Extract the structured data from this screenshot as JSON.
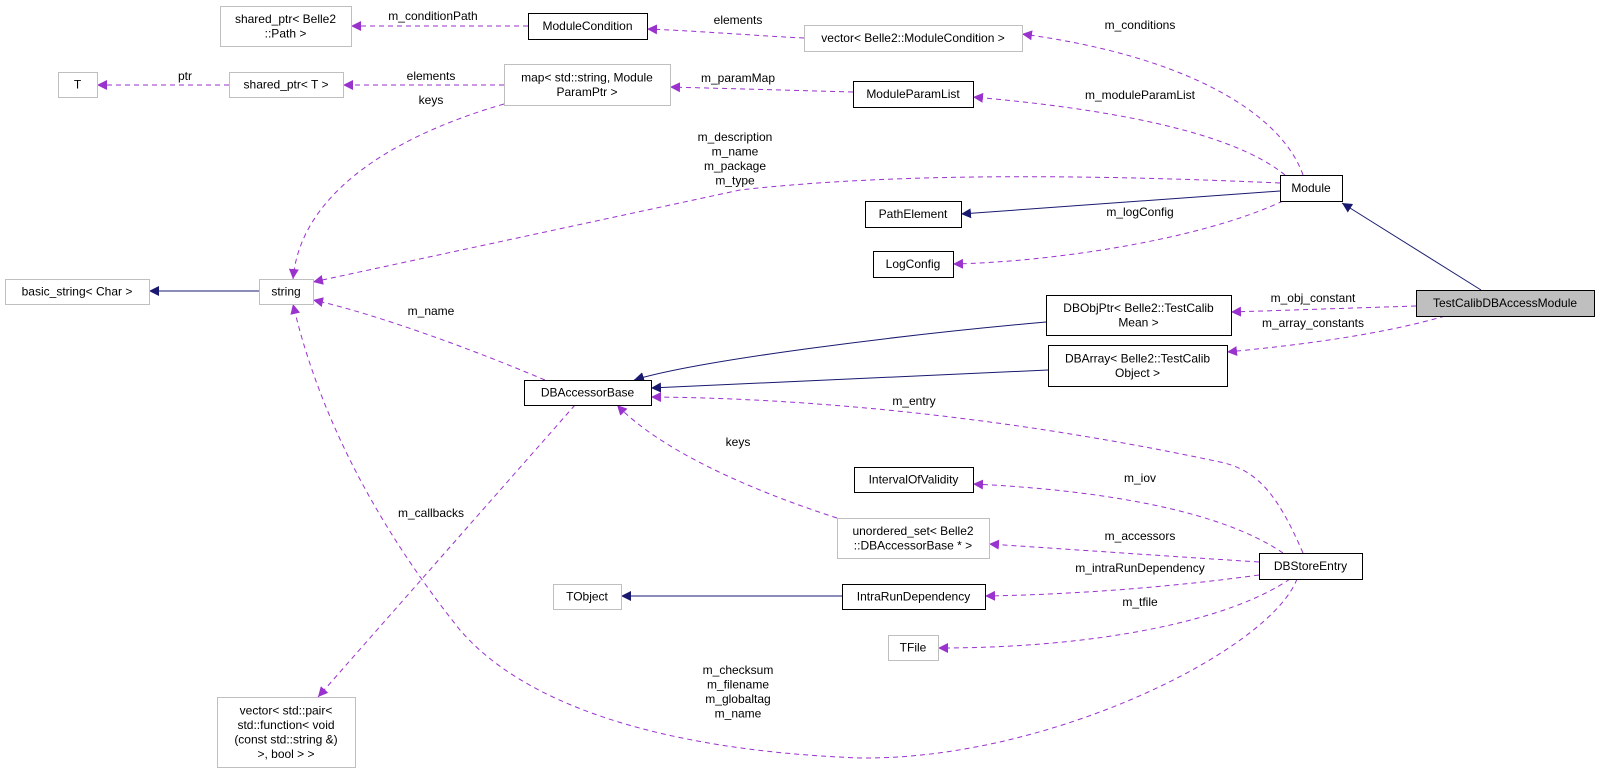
{
  "colors": {
    "usage_edge": "#9a32cd",
    "inheritance_edge": "#191970",
    "focus_fill": "#bfbfbf",
    "undocumented_border": "#bfbfbf"
  },
  "nodes": {
    "shared_ptr_path": {
      "lines": [
        "shared_ptr< Belle2",
        "::Path >"
      ],
      "kind": "undoc"
    },
    "module_condition": {
      "lines": [
        "ModuleCondition"
      ],
      "kind": "doc"
    },
    "vector_module_condition": {
      "lines": [
        "vector< Belle2::ModuleCondition >"
      ],
      "kind": "undoc"
    },
    "t": {
      "lines": [
        "T"
      ],
      "kind": "undoc"
    },
    "shared_ptr_t": {
      "lines": [
        "shared_ptr< T >"
      ],
      "kind": "undoc"
    },
    "map_param": {
      "lines": [
        "map< std::string, Module",
        "ParamPtr >"
      ],
      "kind": "undoc"
    },
    "module_param_list": {
      "lines": [
        "ModuleParamList"
      ],
      "kind": "doc"
    },
    "module": {
      "lines": [
        "Module"
      ],
      "kind": "doc"
    },
    "path_element": {
      "lines": [
        "PathElement"
      ],
      "kind": "doc"
    },
    "log_config": {
      "lines": [
        "LogConfig"
      ],
      "kind": "doc"
    },
    "basic_string": {
      "lines": [
        "basic_string< Char >"
      ],
      "kind": "undoc"
    },
    "string": {
      "lines": [
        "string"
      ],
      "kind": "undoc"
    },
    "test_calib": {
      "lines": [
        "TestCalibDBAccessModule"
      ],
      "kind": "focus"
    },
    "dbobjptr": {
      "lines": [
        "DBObjPtr< Belle2::TestCalib",
        "Mean >"
      ],
      "kind": "doc"
    },
    "dbarray": {
      "lines": [
        "DBArray< Belle2::TestCalib",
        "Object >"
      ],
      "kind": "doc"
    },
    "dbaccessorbase": {
      "lines": [
        "DBAccessorBase"
      ],
      "kind": "doc"
    },
    "vector_pair": {
      "lines": [
        "vector< std::pair<",
        "std::function< void",
        "(const std::string &)",
        ">, bool > >"
      ],
      "kind": "undoc"
    },
    "tobject": {
      "lines": [
        "TObject"
      ],
      "kind": "undoc"
    },
    "interval_of_validity": {
      "lines": [
        "IntervalOfValidity"
      ],
      "kind": "doc"
    },
    "unordered_set": {
      "lines": [
        "unordered_set< Belle2",
        "::DBAccessorBase * >"
      ],
      "kind": "undoc"
    },
    "intra_run_dependency": {
      "lines": [
        "IntraRunDependency"
      ],
      "kind": "doc"
    },
    "tfile": {
      "lines": [
        "TFile"
      ],
      "kind": "undoc"
    },
    "dbstoreentry": {
      "lines": [
        "DBStoreEntry"
      ],
      "kind": "doc"
    }
  },
  "edges": [
    {
      "id": "e1",
      "from": "module_condition",
      "to": "shared_ptr_path",
      "type": "use",
      "label": [
        "m_conditionPath"
      ]
    },
    {
      "id": "e2",
      "from": "vector_module_condition",
      "to": "module_condition",
      "type": "use",
      "label": [
        "elements"
      ]
    },
    {
      "id": "e3",
      "from": "module",
      "to": "vector_module_condition",
      "type": "use",
      "label": [
        "m_conditions"
      ]
    },
    {
      "id": "e4",
      "from": "shared_ptr_t",
      "to": "t",
      "type": "use",
      "label": [
        "ptr"
      ]
    },
    {
      "id": "e5",
      "from": "map_param",
      "to": "shared_ptr_t",
      "type": "use",
      "label": [
        "elements"
      ]
    },
    {
      "id": "e6",
      "from": "module_param_list",
      "to": "map_param",
      "type": "use",
      "label": [
        "m_paramMap"
      ]
    },
    {
      "id": "e7",
      "from": "module",
      "to": "module_param_list",
      "type": "use",
      "label": [
        "m_moduleParamList"
      ]
    },
    {
      "id": "e8",
      "from": "map_param",
      "to": "string",
      "type": "use",
      "label": [
        "keys"
      ]
    },
    {
      "id": "e9",
      "from": "module",
      "to": "string",
      "type": "use",
      "label": [
        "m_description",
        "m_name",
        "m_package",
        "m_type"
      ]
    },
    {
      "id": "e10",
      "from": "string",
      "to": "basic_string",
      "type": "inh",
      "label": []
    },
    {
      "id": "e11",
      "from": "module",
      "to": "path_element",
      "type": "inh",
      "label": []
    },
    {
      "id": "e12",
      "from": "module",
      "to": "log_config",
      "type": "use",
      "label": [
        "m_logConfig"
      ]
    },
    {
      "id": "e13",
      "from": "test_calib",
      "to": "module",
      "type": "inh",
      "label": []
    },
    {
      "id": "e14",
      "from": "test_calib",
      "to": "dbobjptr",
      "type": "use",
      "label": [
        "m_obj_constant"
      ]
    },
    {
      "id": "e15",
      "from": "test_calib",
      "to": "dbarray",
      "type": "use",
      "label": [
        "m_array_constants"
      ]
    },
    {
      "id": "e16",
      "from": "dbobjptr",
      "to": "dbaccessorbase",
      "type": "inh",
      "label": []
    },
    {
      "id": "e17",
      "from": "dbarray",
      "to": "dbaccessorbase",
      "type": "inh",
      "label": []
    },
    {
      "id": "e18",
      "from": "dbaccessorbase",
      "to": "string",
      "type": "use",
      "label": [
        "m_name"
      ]
    },
    {
      "id": "e19",
      "from": "dbstoreentry",
      "to": "dbaccessorbase",
      "type": "use",
      "label": [
        "m_entry"
      ]
    },
    {
      "id": "e20",
      "from": "unordered_set",
      "to": "dbaccessorbase",
      "type": "use",
      "label": [
        "keys"
      ]
    },
    {
      "id": "e21",
      "from": "dbaccessorbase",
      "to": "vector_pair",
      "type": "use",
      "label": [
        "m_callbacks"
      ]
    },
    {
      "id": "e22",
      "from": "dbstoreentry",
      "to": "interval_of_validity",
      "type": "use",
      "label": [
        "m_iov"
      ]
    },
    {
      "id": "e23",
      "from": "dbstoreentry",
      "to": "unordered_set",
      "type": "use",
      "label": [
        "m_accessors"
      ]
    },
    {
      "id": "e24",
      "from": "dbstoreentry",
      "to": "intra_run_dependency",
      "type": "use",
      "label": [
        "m_intraRunDependency"
      ]
    },
    {
      "id": "e25",
      "from": "intra_run_dependency",
      "to": "tobject",
      "type": "inh",
      "label": []
    },
    {
      "id": "e26",
      "from": "dbstoreentry",
      "to": "tfile",
      "type": "use",
      "label": [
        "m_tfile"
      ]
    },
    {
      "id": "e27",
      "from": "dbstoreentry",
      "to": "string",
      "type": "use",
      "label": [
        "m_checksum",
        "m_filename",
        "m_globaltag",
        "m_name"
      ]
    }
  ]
}
